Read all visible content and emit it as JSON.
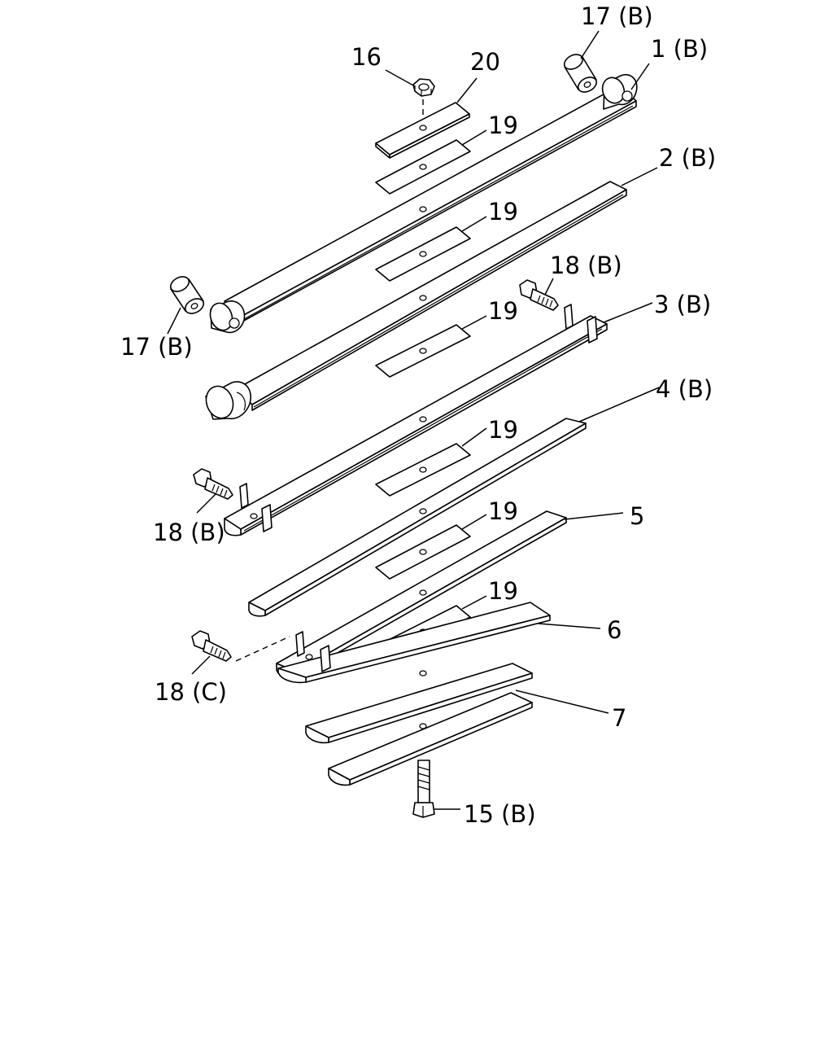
{
  "labels": {
    "l17b_top": "17 (B)",
    "l1b": "1 (B)",
    "l16": "16",
    "l20": "20",
    "l19_a": "19",
    "l2b": "2 (B)",
    "l19_b": "19",
    "l18b_top": "18 (B)",
    "l17b_left": "17 (B)",
    "l19_c": "19",
    "l3b": "3 (B)",
    "l4b": "4 (B)",
    "l19_d": "19",
    "l18b_left": "18 (B)",
    "l19_e": "19",
    "l5": "5",
    "l19_f": "19",
    "l6": "6",
    "l18c": "18 (C)",
    "l7": "7",
    "l15b": "15 (B)"
  }
}
